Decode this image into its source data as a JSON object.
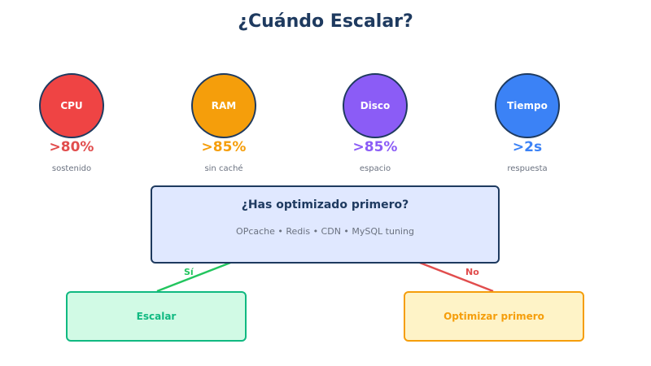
{
  "title": "¿Cuándo Escalar?",
  "metrics": [
    {
      "name": "CPU",
      "value": ">80%",
      "detail": "sostenido",
      "color": "#ef4444",
      "text_color": "#e14d4d"
    },
    {
      "name": "RAM",
      "value": ">85%",
      "detail": "sin caché",
      "color": "#f59e0b",
      "text_color": "#f59e0b"
    },
    {
      "name": "Disco",
      "value": ">85%",
      "detail": "espacio",
      "color": "#8b5cf6",
      "text_color": "#8b5cf6"
    },
    {
      "name": "Tiempo",
      "value": ">2s",
      "detail": "respuesta",
      "color": "#3b82f6",
      "text_color": "#3b82f6"
    }
  ],
  "decision": {
    "question": "¿Has optimizado primero?",
    "hint": "OPcache • Redis • CDN • MySQL tuning"
  },
  "branches": {
    "yes": {
      "label": "Sí",
      "outcome": "Escalar",
      "color": "#22c55e"
    },
    "no": {
      "label": "No",
      "outcome": "Optimizar primero",
      "color": "#e14d4d"
    }
  }
}
